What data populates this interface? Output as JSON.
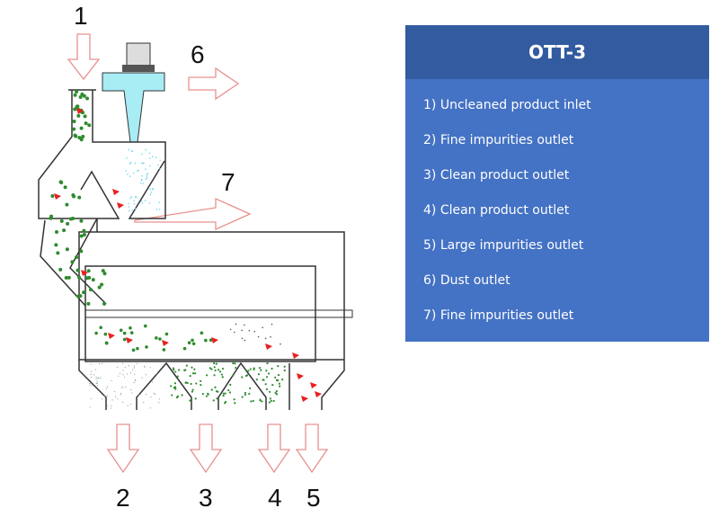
{
  "diagram": {
    "labels": {
      "n1": "1",
      "n2": "2",
      "n3": "3",
      "n4": "4",
      "n5": "5",
      "n6": "6",
      "n7": "7"
    },
    "colors": {
      "outline": "#333333",
      "arrow": "#e8908f",
      "grain": "#2e8b2e",
      "impurity": "#e82020",
      "dust": "#6fd8e8",
      "fine": "#8aa88a"
    }
  },
  "panel": {
    "title": "OTT-3",
    "items": [
      "1) Uncleaned product inlet",
      "2) Fine impurities outlet",
      "3) Clean product outlet",
      "4) Clean product outlet",
      "5) Large impurities outlet",
      "6) Dust outlet",
      "7) Fine impurities outlet"
    ],
    "colors": {
      "header": "#335ca0",
      "body": "#4472c4"
    }
  }
}
